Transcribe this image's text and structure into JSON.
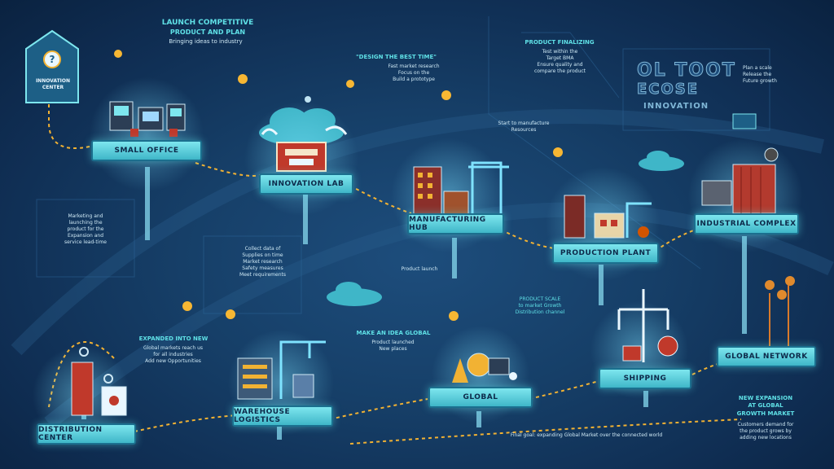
{
  "header": {
    "title": "LAUNCH COMPETITIVE",
    "subtitle": "PRODUCT AND PLAN",
    "tagline": "Bringing ideas to industry"
  },
  "badge": {
    "label": "INNOVATION CENTER",
    "icon": "question-mark-icon"
  },
  "top_right_sign": {
    "line1": "OL TOOT",
    "line2": "ECOSE",
    "line3": "INNOVATION"
  },
  "notes": {
    "quote": "\"DESIGN THE BEST TIME\"",
    "quote_body": "Fast market research\nFocus on the\nBuild a prototype",
    "product": "PRODUCT FINALIZING",
    "product_body": "Test within the\nTarget BMA\nEnsure quality and\ncompare the product",
    "right_block": "Plan a scale\nRelease the\nFuture growth",
    "manufacture": "Start to manufacture\nResources",
    "left_block": "Marketing and\nlaunching the\nproduct for the\nExpansion and\nservice lead-time",
    "mid_left": "Collect data of\nSupplies on time\nMarket research\nSafety measures\nMeet requirements",
    "mid_center": "Product launch",
    "mid_right": "PRODUCT SCALE\nto market Growth\nDistribution channel",
    "bottom_left": "EXPANDED INTO NEW",
    "bottom_left_body": "Global markets reach us\nfor all industries\nAdd new Opportunities",
    "bottom_center": "MAKE AN IDEA GLOBAL",
    "bottom_center_body": "Product launched\nNew places",
    "bottom_right": "NEW EXPANSION\nAT GLOBAL\nGROWTH MARKET",
    "bottom_right_body": "Customers demand for\nthe product grows by\nadding new locations",
    "footer": "Final goal: expanding Global Market over the connected world"
  },
  "stages": [
    {
      "label": "SMALL OFFICE"
    },
    {
      "label": "INNOVATION LAB"
    },
    {
      "label": "MANUFACTURING HUB"
    },
    {
      "label": "PRODUCTION PLANT"
    },
    {
      "label": "INDUSTRIAL COMPLEX"
    },
    {
      "label": "DISTRIBUTION CENTER"
    },
    {
      "label": "WAREHOUSE LOGISTICS"
    },
    {
      "label": "GLOBAL"
    },
    {
      "label": "SHIPPING"
    },
    {
      "label": "GLOBAL NETWORK"
    }
  ],
  "colors": {
    "background": "#163f68",
    "banner": "#5fd3df",
    "path": "#f2b233",
    "text": "#cfe9f5",
    "accent": "#5fe0e6"
  }
}
